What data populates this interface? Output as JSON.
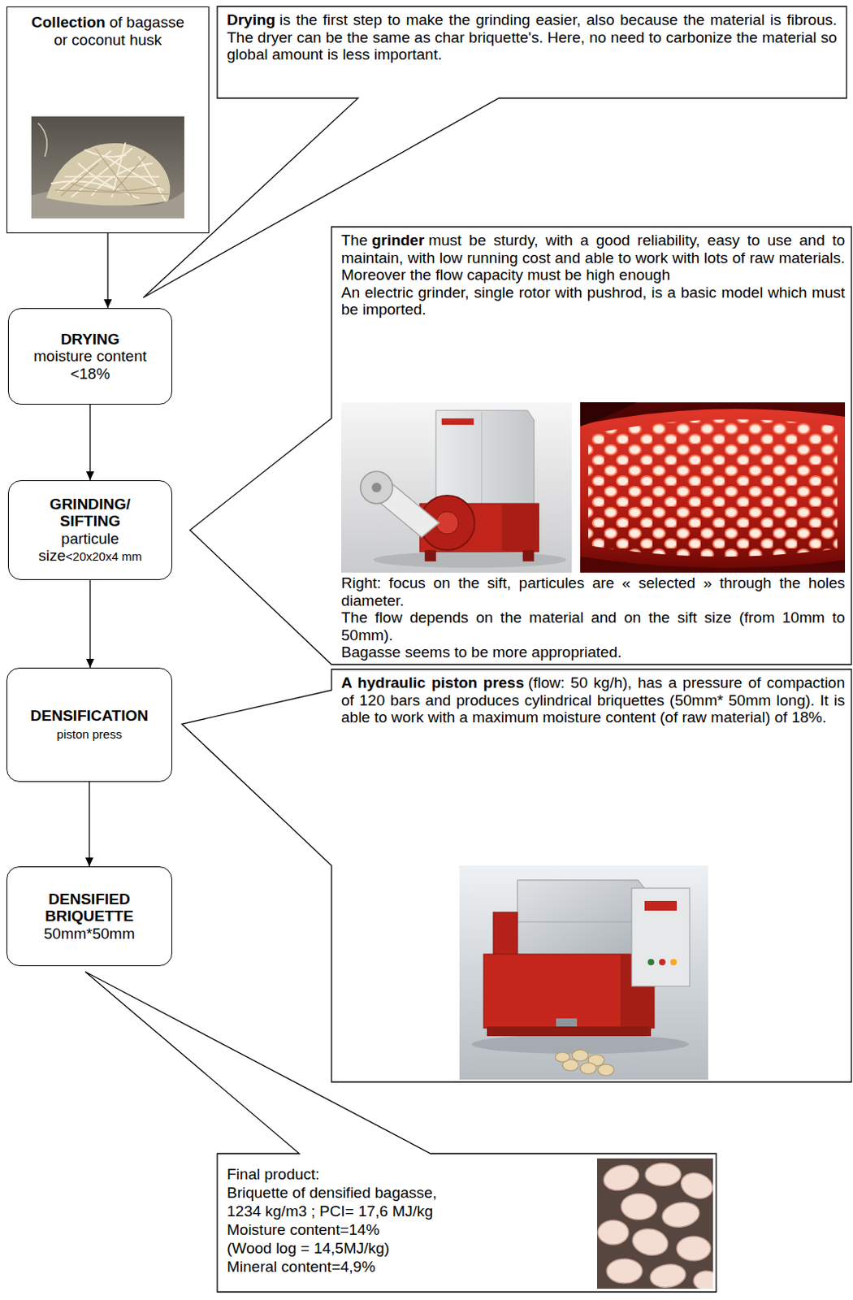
{
  "diagram": {
    "nodes": [
      {
        "text": [
          "Collection",
          "of bagasse or coconut husk"
        ]
      },
      {
        "text": [
          "Drying",
          "is the first step to make the grinding easier, also because the material is fibrous. The dryer can be the same as char briquette's. Here, no need to carbonize the material so global amount is less important."
        ]
      },
      {
        "text": [
          "DRYING",
          "moisture content <18%"
        ]
      },
      {
        "text": [
          "The",
          "grinder",
          "must be sturdy, with a good reliability, easy to use and to maintain, with low running cost and able to work with lots of raw materials. Moreover the flow capacity must be high enough",
          "An electric grinder, single rotor with pushrod, is a basic model which must be imported.",
          "Right: focus on the sift, particules are « selected » through the holes diameter.",
          "The flow depends on the material and on the sift size (from 10mm to 50mm).",
          "Bagasse seems to be more appropriated."
        ]
      },
      {
        "text": [
          "GRINDING/ SIFTING",
          "particule size",
          "<20x20x4 mm"
        ]
      },
      {
        "text": [
          "A hydraulic piston press",
          "(flow: 50 kg/h), has a pressure of compaction of 120 bars and produces cylindrical briquettes (50mm* 50mm long). It is able to work with a maximum moisture content (of raw material) of 18%."
        ]
      },
      {
        "text": [
          "DENSIFICATION",
          "piston press"
        ]
      },
      {
        "text": [
          "DENSIFIED BRIQUETTE",
          "50mm*50mm"
        ]
      },
      {
        "text": [
          "Final product:",
          "Briquette of densified bagasse,",
          "1234 kg/m3 ; PCI= 17,6 MJ/kg",
          "Moisture content=14%",
          "(Wood log = 14,5MJ/kg)",
          "Mineral content=4,9%"
        ]
      }
    ],
    "edges": [
      {
        "from": 0,
        "to": 2,
        "arrow": "to"
      },
      {
        "from": 2,
        "to": 4,
        "arrow": "to"
      },
      {
        "from": 4,
        "to": 6,
        "arrow": "to"
      },
      {
        "from": 6,
        "to": 7,
        "arrow": "to"
      }
    ]
  }
}
